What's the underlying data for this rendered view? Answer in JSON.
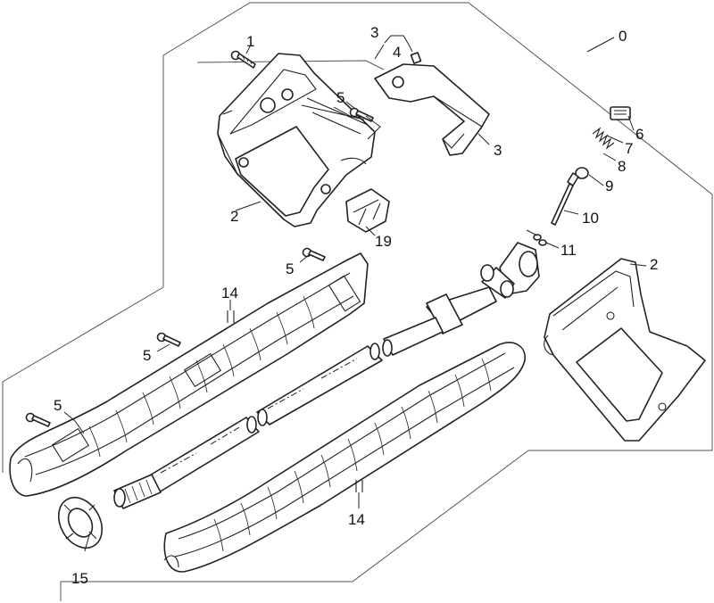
{
  "callouts": {
    "c0": "0",
    "c1": "1",
    "c2_top": "2",
    "c2_right": "2",
    "c3_top": "3",
    "c3_right": "3",
    "c4": "4",
    "c5_a": "5",
    "c5_b": "5",
    "c5_c": "5",
    "c5_d": "5",
    "c6": "6",
    "c7": "7",
    "c8": "8",
    "c9": "9",
    "c10": "10",
    "c11": "11",
    "c14_left": "14",
    "c14_bottom": "14",
    "c15": "15",
    "c19": "19"
  }
}
